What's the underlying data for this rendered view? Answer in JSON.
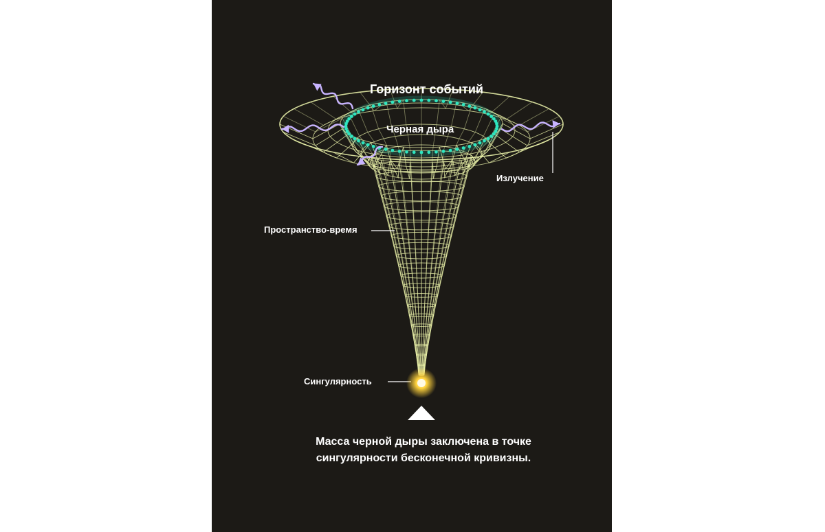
{
  "labels": {
    "event_horizon": "Горизонт событий",
    "black_hole": "Черная дыра",
    "radiation": "Излучение",
    "spacetime": "Пространство-время",
    "singularity": "Сингулярность"
  },
  "caption": {
    "line1": "Масса черной дыры заключена в точке",
    "line2": "сингулярности бесконечной кривизны."
  },
  "colors": {
    "background": "#1c1a16",
    "grid": "#e8f0a8",
    "event_horizon_ring": "#2ee6c0",
    "radiation_arrows": "#c8b4ff",
    "singularity_glow": "#ffd23c",
    "text": "#ffffff"
  }
}
